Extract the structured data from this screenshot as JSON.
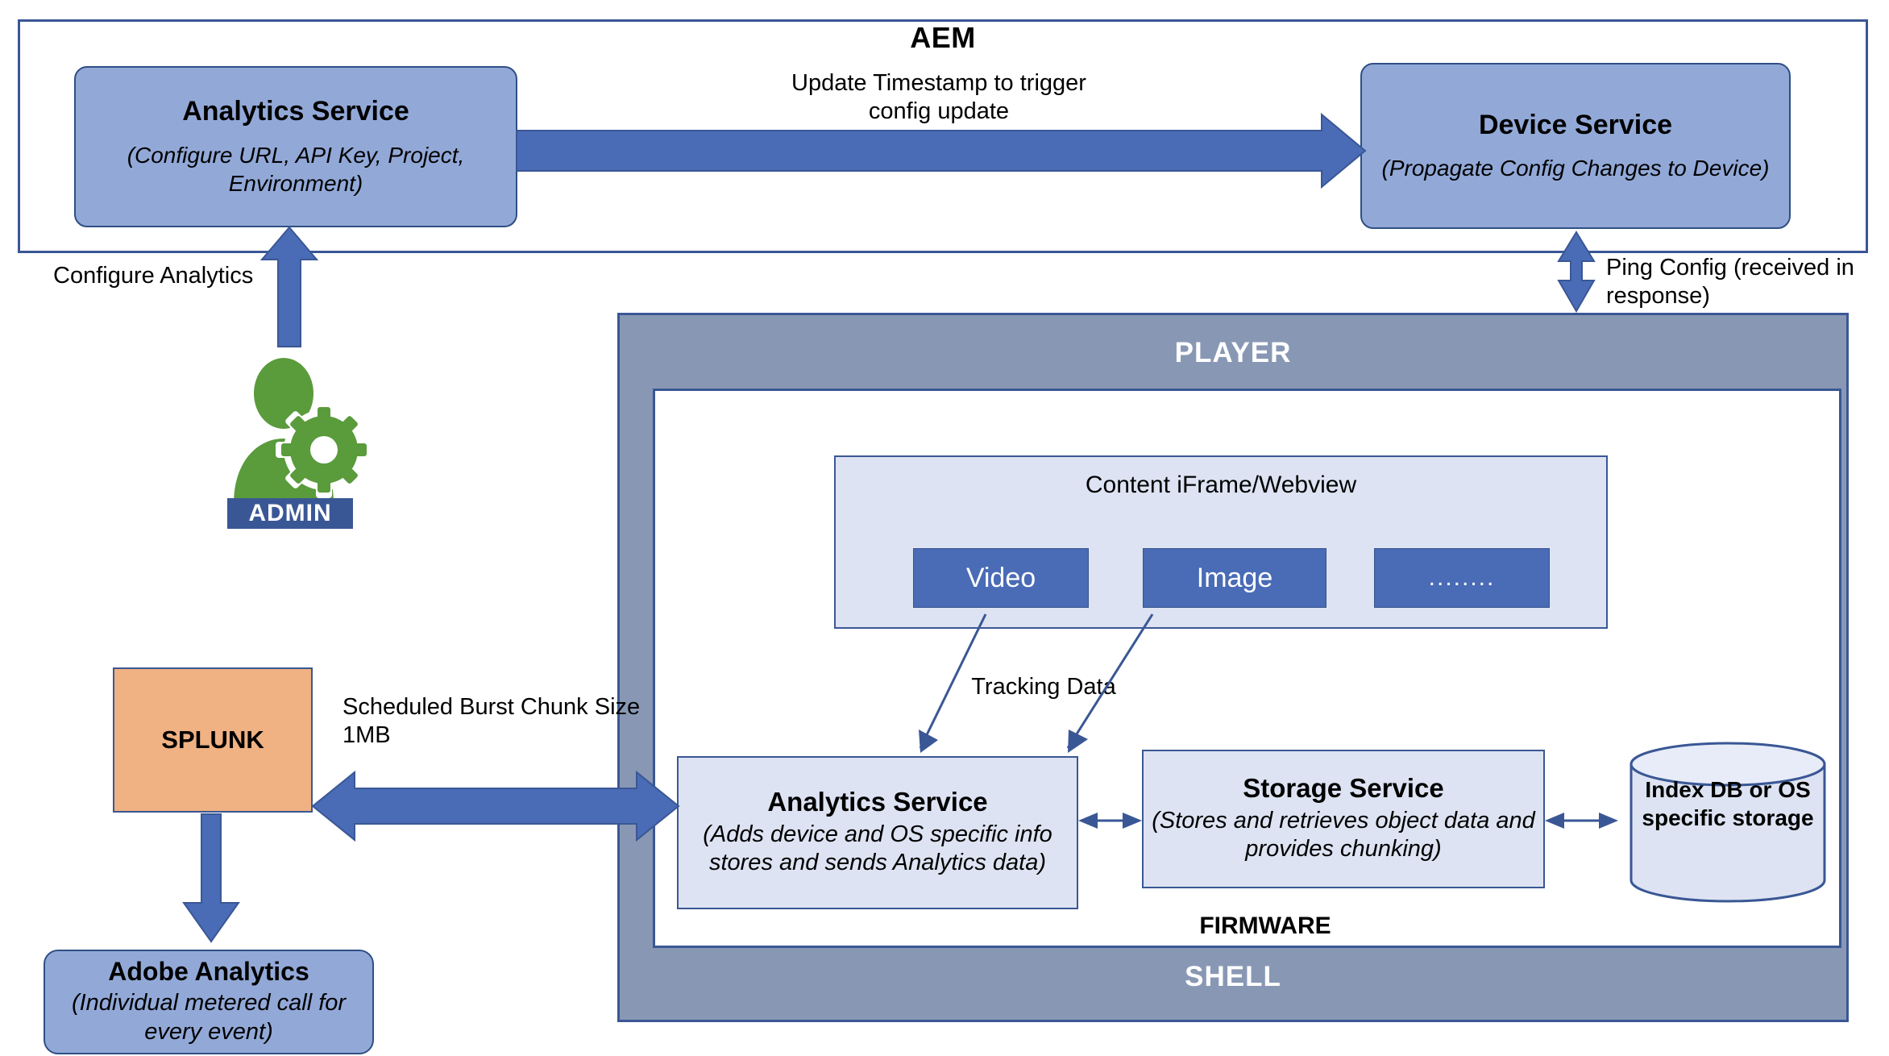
{
  "diagram": {
    "containers": {
      "aem": {
        "label": "AEM"
      },
      "player": {
        "label": "PLAYER"
      },
      "shell": {
        "label": "SHELL"
      },
      "firmware": {
        "label": "FIRMWARE"
      },
      "content_frame": {
        "label": "Content iFrame/Webview"
      }
    },
    "nodes": {
      "analytics_service_aem": {
        "title": "Analytics Service",
        "subtitle": "(Configure URL, API Key, Project, Environment)"
      },
      "device_service": {
        "title": "Device Service",
        "subtitle": "(Propagate Config Changes to Device)"
      },
      "analytics_service_firmware": {
        "title": "Analytics Service",
        "subtitle": "(Adds device and OS specific info stores and sends Analytics data)"
      },
      "storage_service": {
        "title": "Storage Service",
        "subtitle": "(Stores and retrieves object data and provides chunking)"
      },
      "index_db": {
        "label": "Index DB or OS specific storage"
      },
      "splunk": {
        "label": "SPLUNK"
      },
      "adobe_analytics": {
        "title": "Adobe Analytics",
        "subtitle": "(Individual metered call for every event)"
      },
      "admin": {
        "label": "ADMIN"
      },
      "content_items": [
        {
          "label": "Video"
        },
        {
          "label": "Image"
        },
        {
          "label": "........"
        }
      ]
    },
    "edge_labels": {
      "update_timestamp": "Update Timestamp to trigger config update",
      "configure_analytics": "Configure Analytics",
      "ping_config": "Ping Config (received in response)",
      "burst_chunk": "Scheduled Burst Chunk Size 1MB",
      "tracking_data": "Tracking Data"
    },
    "colors": {
      "outline_blue": "#3a5795",
      "service_fill": "#92a9d8",
      "player_fill": "#8898b4",
      "light_fill": "#dde3f2",
      "chip_fill": "#4a6bb5",
      "splunk_fill": "#f0b183",
      "admin_green": "#5a9b3c",
      "arrow_blue": "#4a6bb5"
    }
  }
}
